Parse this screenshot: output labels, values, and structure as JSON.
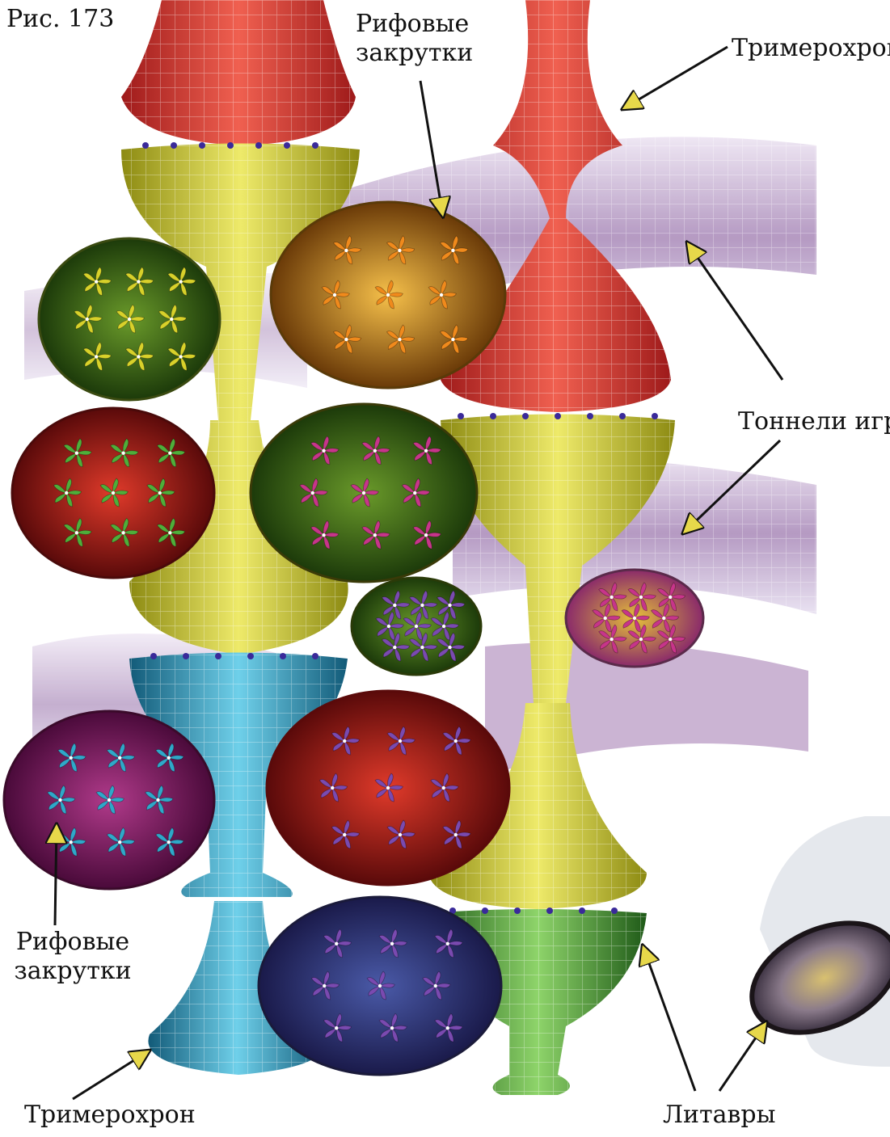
{
  "figure": {
    "number": "Рис. 173"
  },
  "labels": {
    "reef_top": [
      "Рифовые",
      "закрутки"
    ],
    "trimerochron_top": "Тримерохрон",
    "tunnels": "Тоннели игр",
    "reef_bottom": [
      "Рифовые",
      "закрутки"
    ],
    "trimerochron_bottom": "Тримерохрон",
    "timpani": "Литавры"
  },
  "colors": {
    "red": "#d9302a",
    "yellow": "#d8d12a",
    "cyan": "#2fa8c9",
    "green": "#4fae3a",
    "violet": "#7a4ab0",
    "magenta": "#c7358a",
    "orange": "#f08a1c",
    "arrow": "#111111",
    "arrow_head": "#e7d84a"
  },
  "icons": [
    "pinwheel-icon",
    "arrow-icon"
  ]
}
